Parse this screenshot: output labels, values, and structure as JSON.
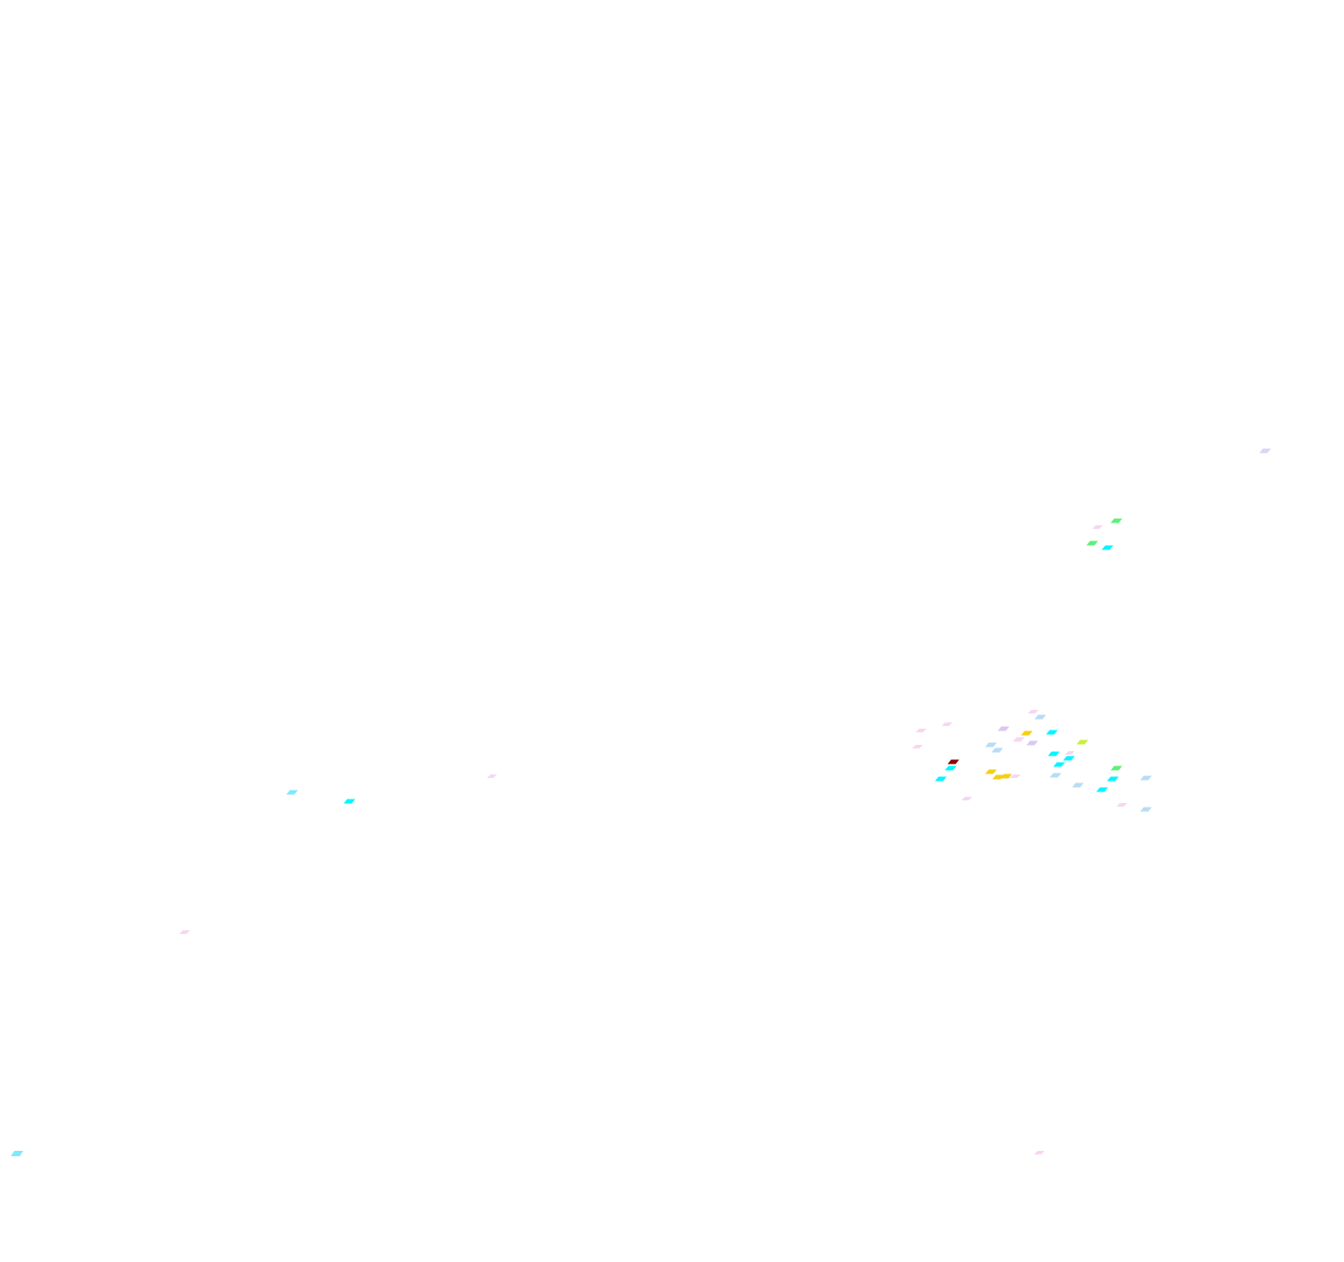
{
  "legend": [],
  "tile_colors": {
    "cyan": "#00f7ff",
    "light_cyan": "#7fe9ff",
    "sky": "#b8dcf5",
    "pink": "#f7d6f2",
    "lavender": "#d9c8f2",
    "green": "#5ff07a",
    "lime": "#c8f03a",
    "yellow": "#f5cf16",
    "dark_red": "#8a0808",
    "pale_lavender": "#dcd4f0"
  },
  "tiles": [
    {
      "color": "pale_lavender"
    },
    {
      "color": "green"
    },
    {
      "color": "pink"
    },
    {
      "color": "green"
    },
    {
      "color": "cyan"
    },
    {
      "color": "pink"
    },
    {
      "color": "sky"
    },
    {
      "color": "pink"
    },
    {
      "color": "lavender"
    },
    {
      "color": "yellow"
    },
    {
      "color": "cyan"
    },
    {
      "color": "pink"
    },
    {
      "color": "pink"
    },
    {
      "color": "lavender"
    },
    {
      "color": "lime"
    },
    {
      "color": "sky"
    },
    {
      "color": "sky"
    },
    {
      "color": "pink"
    },
    {
      "color": "cyan"
    },
    {
      "color": "cyan"
    },
    {
      "color": "pink"
    },
    {
      "color": "dark_red"
    },
    {
      "color": "cyan"
    },
    {
      "color": "cyan"
    },
    {
      "color": "green"
    },
    {
      "color": "yellow"
    },
    {
      "color": "yellow"
    },
    {
      "color": "yellow"
    },
    {
      "color": "pink"
    },
    {
      "color": "sky"
    },
    {
      "color": "cyan"
    },
    {
      "color": "cyan"
    },
    {
      "color": "sky"
    },
    {
      "color": "sky"
    },
    {
      "color": "cyan"
    },
    {
      "color": "pink"
    },
    {
      "color": "pink"
    },
    {
      "color": "sky"
    },
    {
      "color": "cyan"
    },
    {
      "color": "light_cyan"
    },
    {
      "color": "pink"
    },
    {
      "color": "pink"
    },
    {
      "color": "light_cyan"
    },
    {
      "color": "pink"
    }
  ]
}
